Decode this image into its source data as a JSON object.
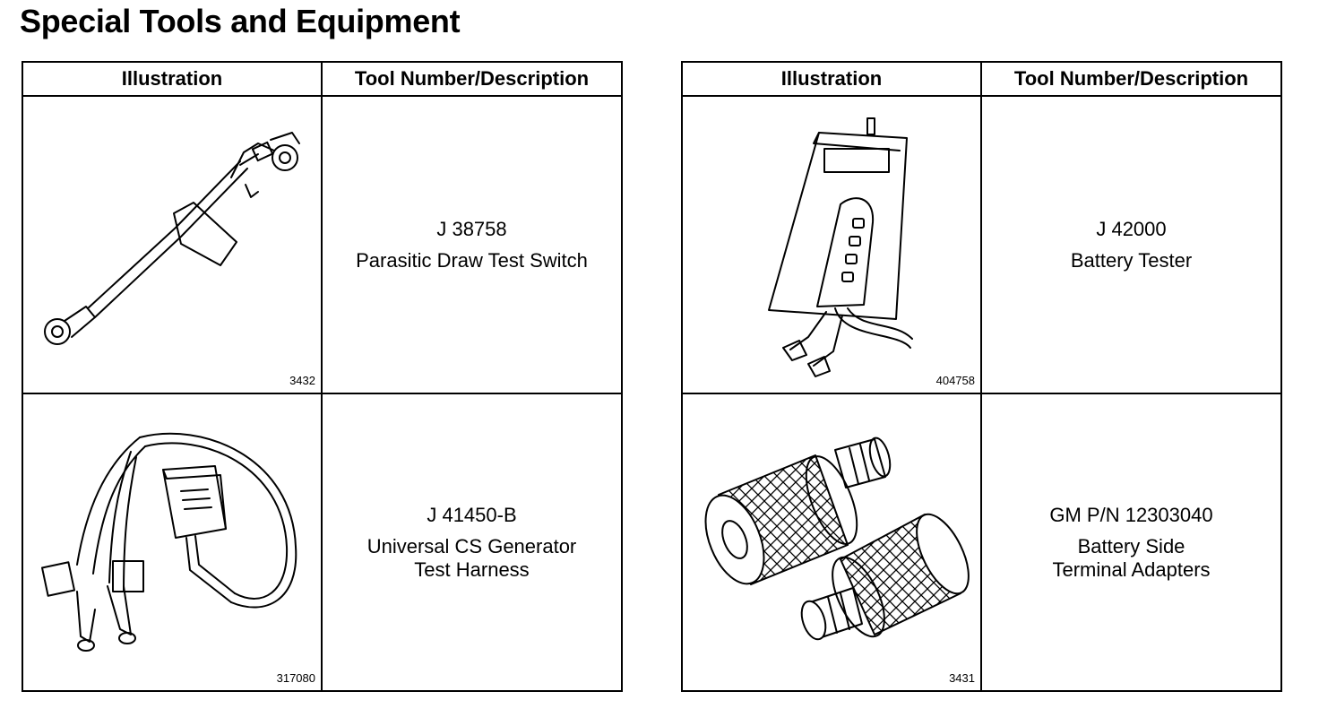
{
  "title": "Special Tools and Equipment",
  "headers": {
    "illustration": "Illustration",
    "description": "Tool Number/Description"
  },
  "tools": [
    {
      "figure": "3432",
      "icon": "switch-cable-icon",
      "number": "J 38758",
      "description": [
        "Parasitic Draw Test Switch"
      ]
    },
    {
      "figure": "317080",
      "icon": "harness-icon",
      "number": "J 41450-B",
      "description": [
        "Universal CS Generator",
        "Test Harness"
      ]
    },
    {
      "figure": "404758",
      "icon": "battery-tester-icon",
      "number": "J 42000",
      "description": [
        "Battery Tester"
      ]
    },
    {
      "figure": "3431",
      "icon": "terminal-adapter-icon",
      "number": "GM P/N 12303040",
      "description": [
        "Battery Side",
        "Terminal Adapters"
      ]
    }
  ]
}
